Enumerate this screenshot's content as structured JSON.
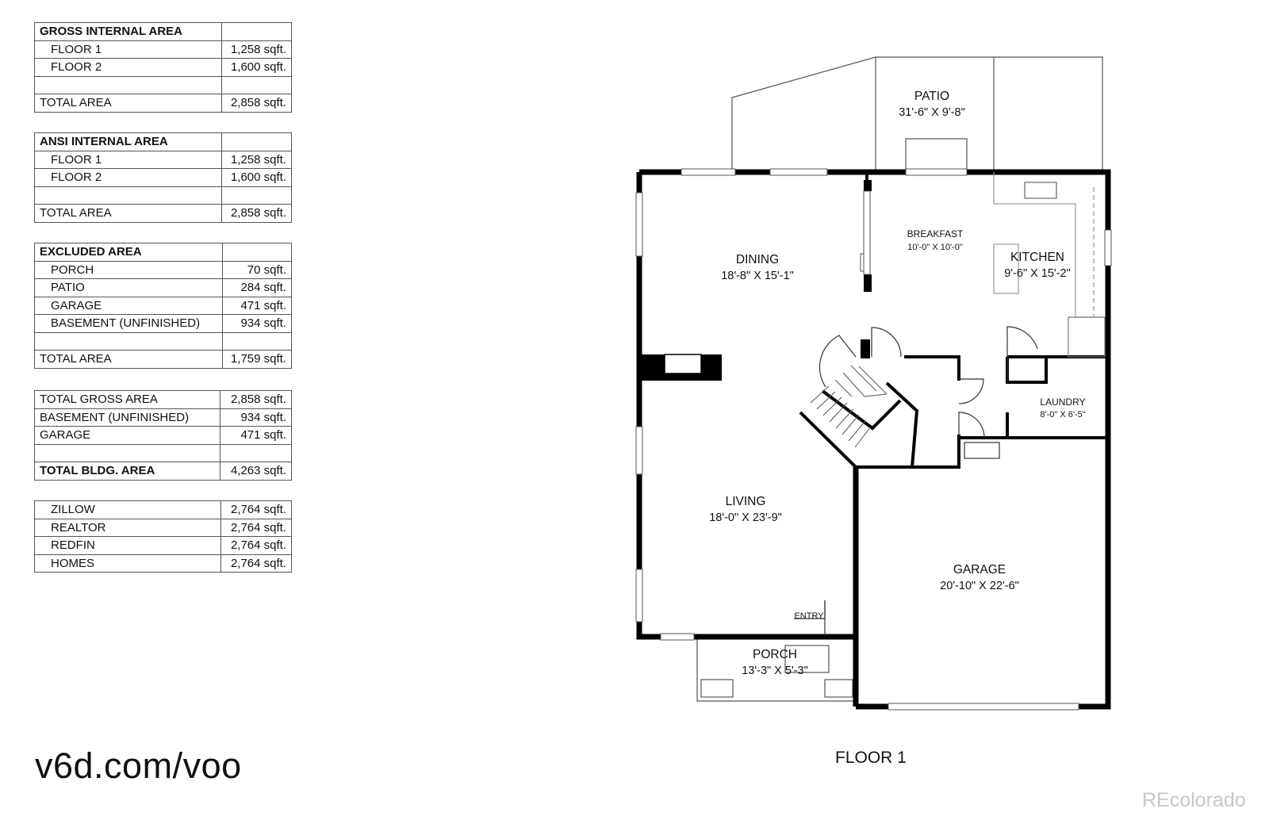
{
  "tables": {
    "gross": {
      "header": "GROSS INTERNAL AREA",
      "rows": [
        {
          "label": "FLOOR 1",
          "value": "1,258 sqft."
        },
        {
          "label": "FLOOR 2",
          "value": "1,600 sqft."
        }
      ],
      "total_label": "TOTAL AREA",
      "total_value": "2,858 sqft."
    },
    "ansi": {
      "header": "ANSI INTERNAL AREA",
      "rows": [
        {
          "label": "FLOOR 1",
          "value": "1,258 sqft."
        },
        {
          "label": "FLOOR 2",
          "value": "1,600 sqft."
        }
      ],
      "total_label": "TOTAL AREA",
      "total_value": "2,858 sqft."
    },
    "excluded": {
      "header": "EXCLUDED AREA",
      "rows": [
        {
          "label": "PORCH",
          "value": "70 sqft."
        },
        {
          "label": "PATIO",
          "value": "284 sqft."
        },
        {
          "label": "GARAGE",
          "value": "471 sqft."
        },
        {
          "label": "BASEMENT (UNFINISHED)",
          "value": "934 sqft."
        }
      ],
      "total_label": "TOTAL AREA",
      "total_value": "1,759 sqft."
    },
    "building": {
      "rows": [
        {
          "label": "TOTAL GROSS AREA",
          "value": "2,858 sqft."
        },
        {
          "label": "BASEMENT (UNFINISHED)",
          "value": "934 sqft."
        },
        {
          "label": "GARAGE",
          "value": "471 sqft."
        }
      ],
      "total_label": "TOTAL BLDG. AREA",
      "total_value": "4,263 sqft."
    },
    "listings": {
      "rows": [
        {
          "label": "ZILLOW",
          "value": "2,764 sqft."
        },
        {
          "label": "REALTOR",
          "value": "2,764 sqft."
        },
        {
          "label": "REDFIN",
          "value": "2,764 sqft."
        },
        {
          "label": "HOMES",
          "value": "2,764 sqft."
        }
      ]
    }
  },
  "website": "v6d.com/voo",
  "floor_label": "FLOOR 1",
  "watermark": "REcolorado",
  "rooms": {
    "patio": {
      "name": "PATIO",
      "dims": "31'-6\" X 9'-8\""
    },
    "dining": {
      "name": "DINING",
      "dims": "18'-8\" X 15'-1\""
    },
    "breakfast": {
      "name": "BREAKFAST",
      "dims": "10'-0\" X 10'-0\""
    },
    "kitchen": {
      "name": "KITCHEN",
      "dims": "9'-6\" X 15'-2\""
    },
    "laundry": {
      "name": "LAUNDRY",
      "dims": "8'-0\" X 6'-5\""
    },
    "living": {
      "name": "LIVING",
      "dims": "18'-0\" X 23'-9\""
    },
    "garage": {
      "name": "GARAGE",
      "dims": "20'-10\" X 22'-6\""
    },
    "porch": {
      "name": "PORCH",
      "dims": "13'-3\" X 5'-3\""
    },
    "entry": {
      "name": "ENTRY"
    }
  }
}
